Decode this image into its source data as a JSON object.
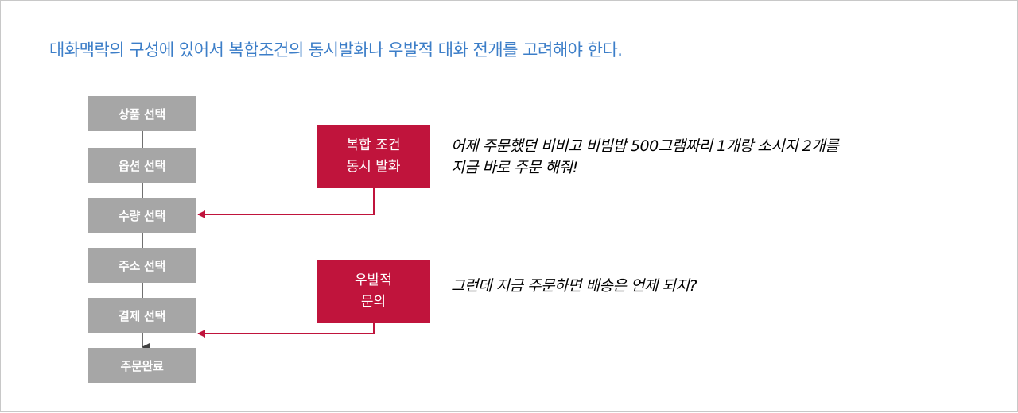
{
  "title": "대화맥락의 구성에 있어서 복합조건의 동시발화나 우발적 대화 전개를 고려해야 한다.",
  "flow_steps": [
    {
      "label": "상품 선택"
    },
    {
      "label": "옵션 선택"
    },
    {
      "label": "수량 선택"
    },
    {
      "label": "주소 선택"
    },
    {
      "label": "결제 선택"
    },
    {
      "label": "주문완료"
    }
  ],
  "callouts": [
    {
      "label_line1": "복합 조건",
      "label_line2": "동시 발화",
      "quote_line1": "어제 주문했던 비비고 비빔밥 500그램짜리 1개랑 소시지 2개를",
      "quote_line2": "지금 바로 주문 해줘!"
    },
    {
      "label_line1": "우발적",
      "label_line2": "문의",
      "quote_line1": "그런데 지금 주문하면 배송은 언제 되지?",
      "quote_line2": ""
    }
  ],
  "colors": {
    "title": "#3c7ec8",
    "step_box": "#a6a6a6",
    "callout_box": "#c0143c",
    "arrow": "#c0143c",
    "connector": "#404040"
  }
}
